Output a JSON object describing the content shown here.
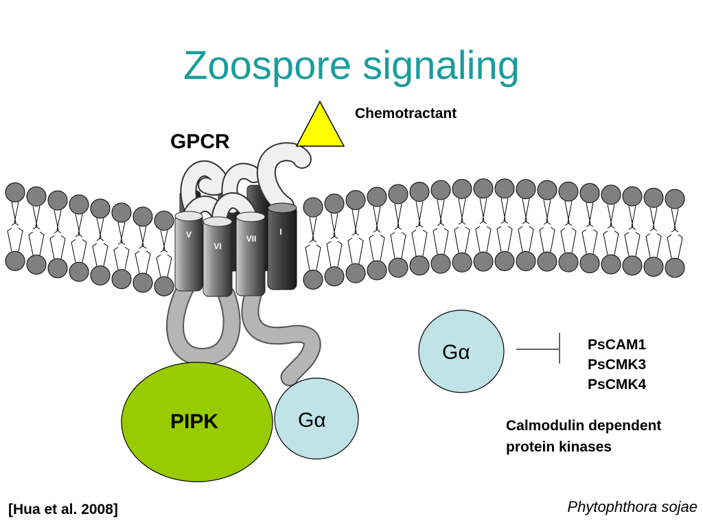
{
  "title": "Zoospore signaling",
  "labels": {
    "gpcr": "GPCR",
    "chemotractant": "Chemotractant",
    "pipk": "PIPK",
    "g_alpha_bound": "Gα",
    "g_alpha_free": "Gα",
    "helices": [
      "V",
      "VI",
      "VII",
      "I"
    ]
  },
  "kinases": [
    "PsCAM1",
    "PsCMK3",
    "PsCMK4"
  ],
  "kinase_description": [
    "Calmodulin dependent",
    "protein kinases"
  ],
  "reference": "[Hua et al. 2008]",
  "species": "Phytophthora sojae",
  "colors": {
    "title": "#1a9c9c",
    "pipk": "#99cc00",
    "g_alpha": "#bfe3e6",
    "chemotractant": "#ffff00",
    "lipid_head": "#808080"
  }
}
